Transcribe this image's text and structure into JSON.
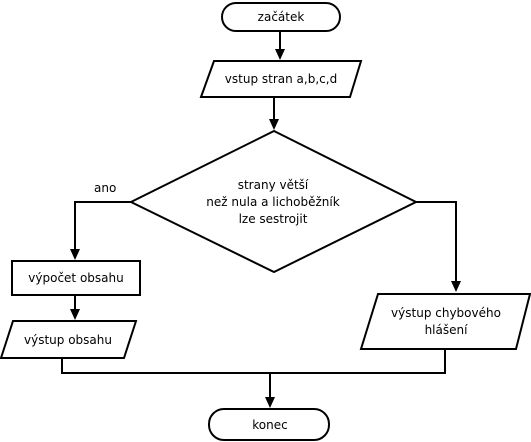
{
  "nodes": {
    "start": {
      "text": "začátek"
    },
    "input": {
      "text": "vstup stran a,b,c,d"
    },
    "decision": {
      "lines": [
        "strany větší",
        "než nula a lichoběžník",
        "lze sestrojit"
      ]
    },
    "compute": {
      "text": "výpočet  obsahu"
    },
    "output_area": {
      "text": "výstup obsahu"
    },
    "output_error": {
      "lines": [
        "výstup chybového",
        "hlášení"
      ]
    },
    "end": {
      "text": "konec"
    }
  },
  "edges": {
    "yes_label": "ano"
  },
  "colors": {
    "stroke": "#000000",
    "fill": "#ffffff"
  }
}
